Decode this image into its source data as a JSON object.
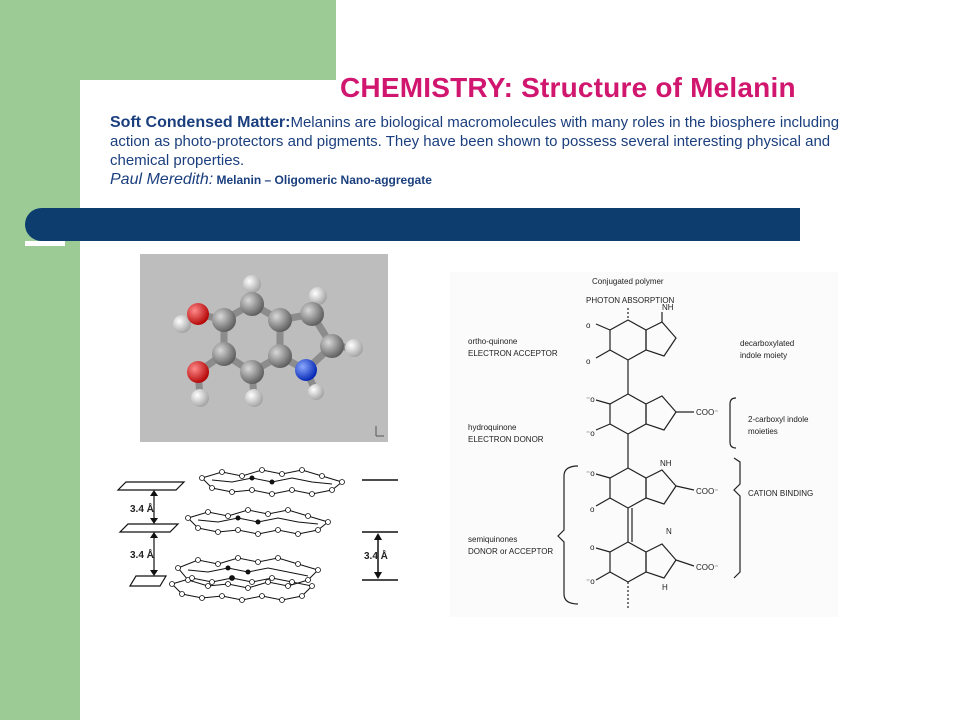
{
  "slide": {
    "title": "CHEMISTRY:  Structure of Melanin",
    "intro_label": "Soft Condensed Matter:",
    "intro_text": "Melanins are biological macromolecules with many roles in  the biosphere including action as photo-protectors and pigments. They have been  shown to possess  several interesting physical and chemical properties.",
    "author": "Paul Meredith:",
    "author_topic": " Melanin – Oligomeric Nano-aggregate"
  },
  "figures": {
    "stacking": {
      "spacing_labels": [
        "3.4 Å",
        "3.4 Å",
        "3.4 Å"
      ]
    },
    "scheme": {
      "header1": "Conjugated    polymer",
      "header2": "PHOTON ABSORPTION",
      "left_labels": [
        "ortho-quinone",
        "ELECTRON ACCEPTOR",
        "hydroquinone",
        "ELECTRON DONOR",
        "semiquinones",
        "DONOR or ACCEPTOR"
      ],
      "right_labels": [
        "decarboxylated",
        "indole moiety",
        "2-carboxyl indole",
        "moieties",
        "CATION BINDING"
      ],
      "group_labels": [
        "COO⁻",
        "COO⁻",
        "COO⁻",
        "NH",
        "NH",
        "N",
        "H"
      ]
    }
  },
  "colors": {
    "green_band": "#9dcb96",
    "title": "#d0166e",
    "text": "#1b3f7e",
    "bar": "#0c3d6e"
  }
}
